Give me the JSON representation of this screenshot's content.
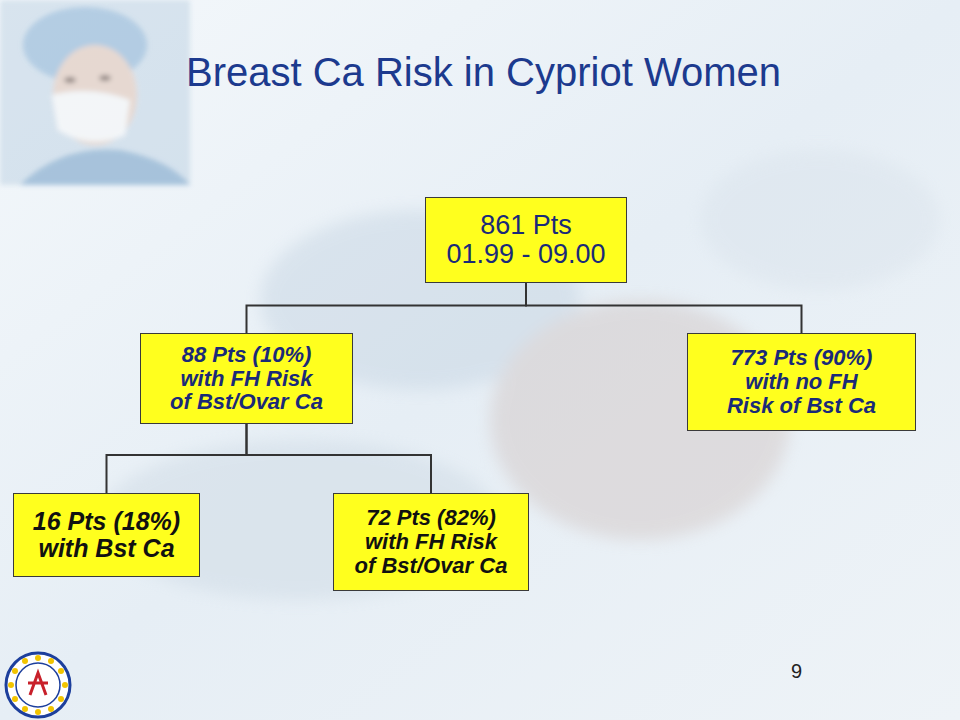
{
  "diagram": {
    "title": "Breast Ca Risk in Cypriot Women",
    "nodes": [
      {
        "text": [
          "861 Pts",
          "01.99 - 09.00"
        ]
      },
      {
        "text": [
          "88 Pts (10%) with FH Risk of Bst/Ovar Ca"
        ]
      },
      {
        "text": [
          "773 Pts (90%) with no FH Risk of Bst Ca"
        ]
      },
      {
        "text": [
          "16 Pts (18%) with Bst Ca"
        ]
      },
      {
        "text": [
          "72 Pts (82%) with FH Risk of Bst/Ovar Ca"
        ]
      }
    ],
    "edges": [
      {
        "from": 0,
        "to": 1,
        "arrow": "none"
      },
      {
        "from": 0,
        "to": 2,
        "arrow": "none"
      },
      {
        "from": 1,
        "to": 3,
        "arrow": "none"
      },
      {
        "from": 1,
        "to": 4,
        "arrow": "none"
      }
    ],
    "labels": [
      "9"
    ]
  }
}
